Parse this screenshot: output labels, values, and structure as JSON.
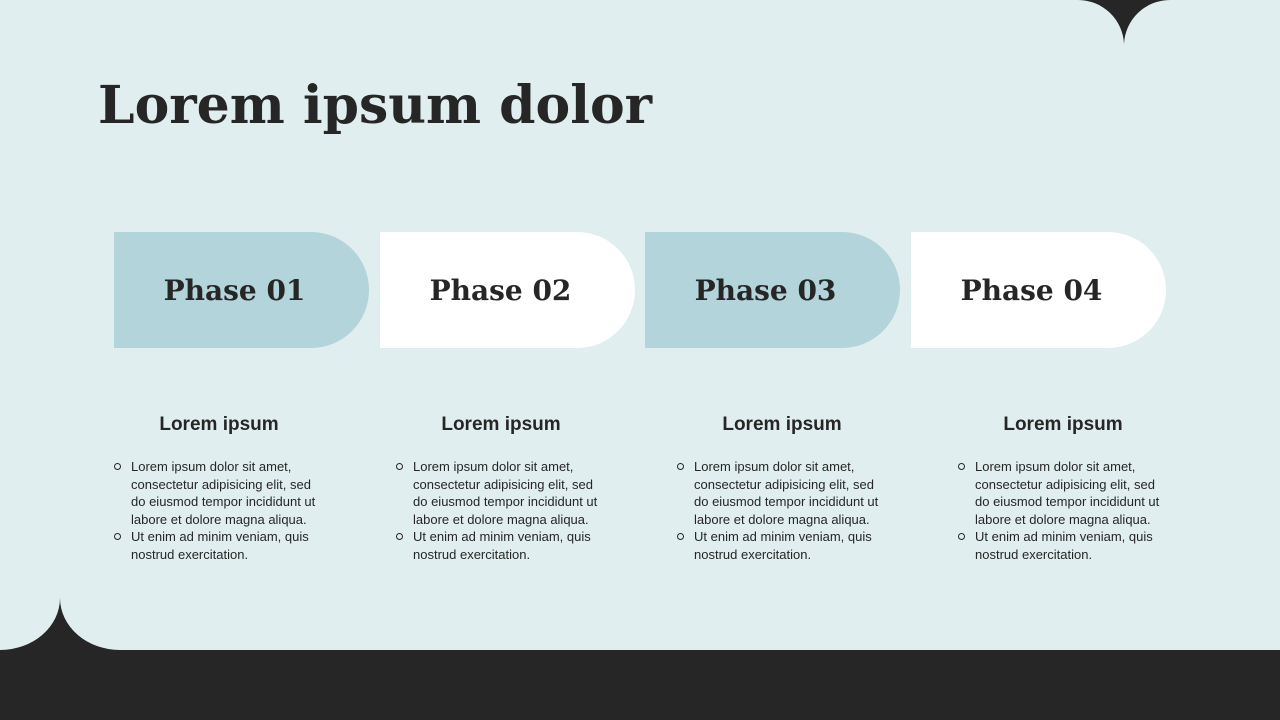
{
  "title": "Lorem ipsum dolor",
  "colors": {
    "background": "#e0eeef",
    "dark": "#262626",
    "teal": "#b2d4da",
    "white": "#ffffff"
  },
  "phases": [
    {
      "label": "Phase 01",
      "color": "#b2d4da"
    },
    {
      "label": "Phase 02",
      "color": "#ffffff"
    },
    {
      "label": "Phase 03",
      "color": "#b2d4da"
    },
    {
      "label": "Phase 04",
      "color": "#ffffff"
    }
  ],
  "columns": [
    {
      "heading": "Lorem ipsum",
      "bullets": [
        "Lorem ipsum dolor sit amet, consectetur adipisicing elit, sed do eiusmod tempor incididunt ut labore et dolore magna aliqua.",
        "Ut enim ad minim veniam, quis nostrud exercitation."
      ]
    },
    {
      "heading": "Lorem ipsum",
      "bullets": [
        "Lorem ipsum dolor sit amet, consectetur adipisicing elit, sed do eiusmod tempor incididunt ut labore et dolore magna aliqua.",
        "Ut enim ad minim veniam, quis nostrud exercitation."
      ]
    },
    {
      "heading": "Lorem ipsum",
      "bullets": [
        "Lorem ipsum dolor sit amet, consectetur adipisicing elit, sed do eiusmod tempor incididunt ut labore et dolore magna aliqua.",
        "Ut enim ad minim veniam, quis nostrud exercitation."
      ]
    },
    {
      "heading": "Lorem ipsum",
      "bullets": [
        "Lorem ipsum dolor sit amet, consectetur adipisicing elit, sed do eiusmod tempor incididunt ut labore et dolore magna aliqua.",
        "Ut enim ad minim veniam, quis nostrud exercitation."
      ]
    }
  ]
}
